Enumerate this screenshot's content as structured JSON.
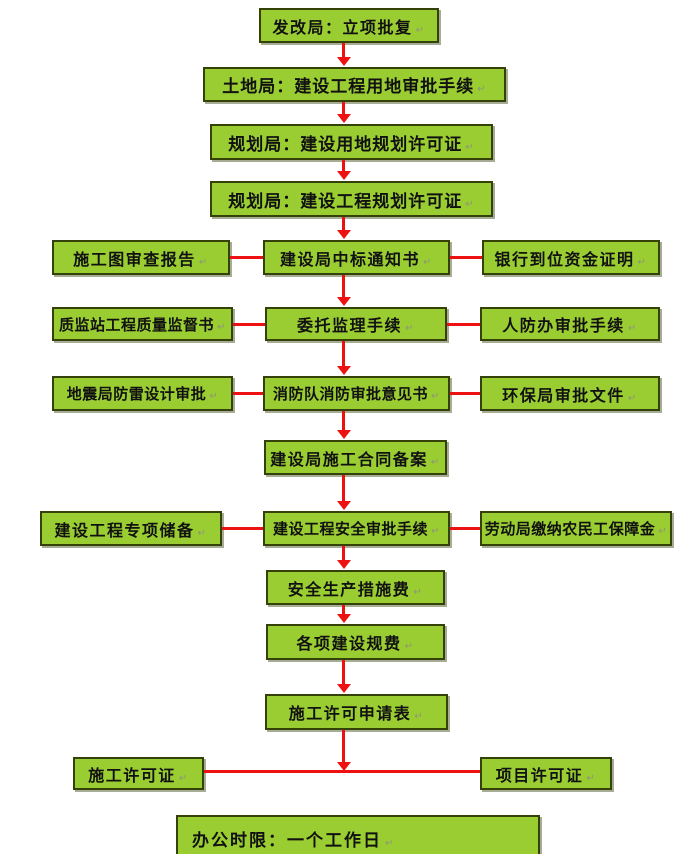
{
  "diagram_title": "construction-project approval flowchart",
  "colors": {
    "box_fill": "#9ACD32",
    "box_border": "#34420a",
    "connector": "#ee1111",
    "text": "#111111",
    "background": "#ffffff"
  },
  "nodes": {
    "lixiang": "发改局：立项批复",
    "yongdi": "土地局：建设工程用地审批手续",
    "yongdi_guihua": "规划局：建设用地规划许可证",
    "gongcheng_guihua": "规划局：建设工程规划许可证",
    "shigongtu": "施工图审查报告",
    "zhongbiao": "建设局中标通知书",
    "yinhang": "银行到位资金证明",
    "zhijian": "质监站工程质量监督书",
    "weituo": "委托监理手续",
    "renfang": "人防办审批手续",
    "dizhen": "地震局防雷设计审批",
    "xiaofang": "消防队消防审批意见书",
    "huanbao": "环保局审批文件",
    "hetong": "建设局施工合同备案",
    "zhuanxiang": "建设工程专项储备",
    "anquan_shenpi": "建设工程安全审批手续",
    "laodong": "劳动局缴纳农民工保障金",
    "cuoshifei": "安全生产措施费",
    "guifei": "各项建设规费",
    "shenqingbiao": "施工许可申请表",
    "shigong_xkz": "施工许可证",
    "xiangmu_xkz": "项目许可证",
    "shixian": "办公时限：一个工作日"
  }
}
